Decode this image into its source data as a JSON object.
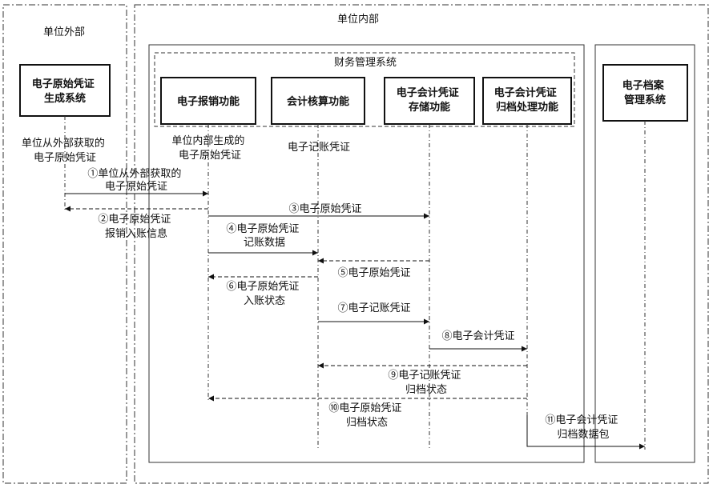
{
  "regions": {
    "external": "单位外部",
    "internal": "单位内部",
    "finance_system": "财务管理系统"
  },
  "systems": {
    "generator": [
      "电子原始凭证",
      "生成系统"
    ],
    "reimbursement": [
      "电子报销功能"
    ],
    "accounting": [
      "会计核算功能"
    ],
    "storage": [
      "电子会计凭证",
      "存储功能"
    ],
    "archiving": [
      "电子会计凭证",
      "归档处理功能"
    ],
    "archive_mgmt": [
      "电子档案",
      "管理系统"
    ]
  },
  "notes": {
    "external_source": [
      "单位从外部获取的",
      "电子原始凭证"
    ],
    "internal_source": [
      "单位内部生成的",
      "电子原始凭证"
    ],
    "bookkeeping_voucher": [
      "电子记账凭证"
    ]
  },
  "messages": [
    {
      "id": "m1",
      "lines": [
        "①单位从外部获取的",
        "电子原始凭证"
      ],
      "style": "solid"
    },
    {
      "id": "m2",
      "lines": [
        "②电子原始凭证",
        "报销入账信息"
      ],
      "style": "dashed"
    },
    {
      "id": "m3",
      "lines": [
        "③电子原始凭证"
      ],
      "style": "solid"
    },
    {
      "id": "m4",
      "lines": [
        "④电子原始凭证",
        "记账数据"
      ],
      "style": "solid"
    },
    {
      "id": "m5",
      "lines": [
        "⑤电子原始凭证"
      ],
      "style": "dashed"
    },
    {
      "id": "m6",
      "lines": [
        "⑥电子原始凭证",
        "入账状态"
      ],
      "style": "dashed"
    },
    {
      "id": "m7",
      "lines": [
        "⑦电子记账凭证"
      ],
      "style": "solid"
    },
    {
      "id": "m8",
      "lines": [
        "⑧电子会计凭证"
      ],
      "style": "solid"
    },
    {
      "id": "m9",
      "lines": [
        "⑨电子记账凭证",
        "归档状态"
      ],
      "style": "dashed"
    },
    {
      "id": "m10",
      "lines": [
        "⑩电子原始凭证",
        "归档状态"
      ],
      "style": "dashed"
    },
    {
      "id": "m11",
      "lines": [
        "⑪电子会计凭证",
        "归档数据包"
      ],
      "style": "solid"
    }
  ]
}
